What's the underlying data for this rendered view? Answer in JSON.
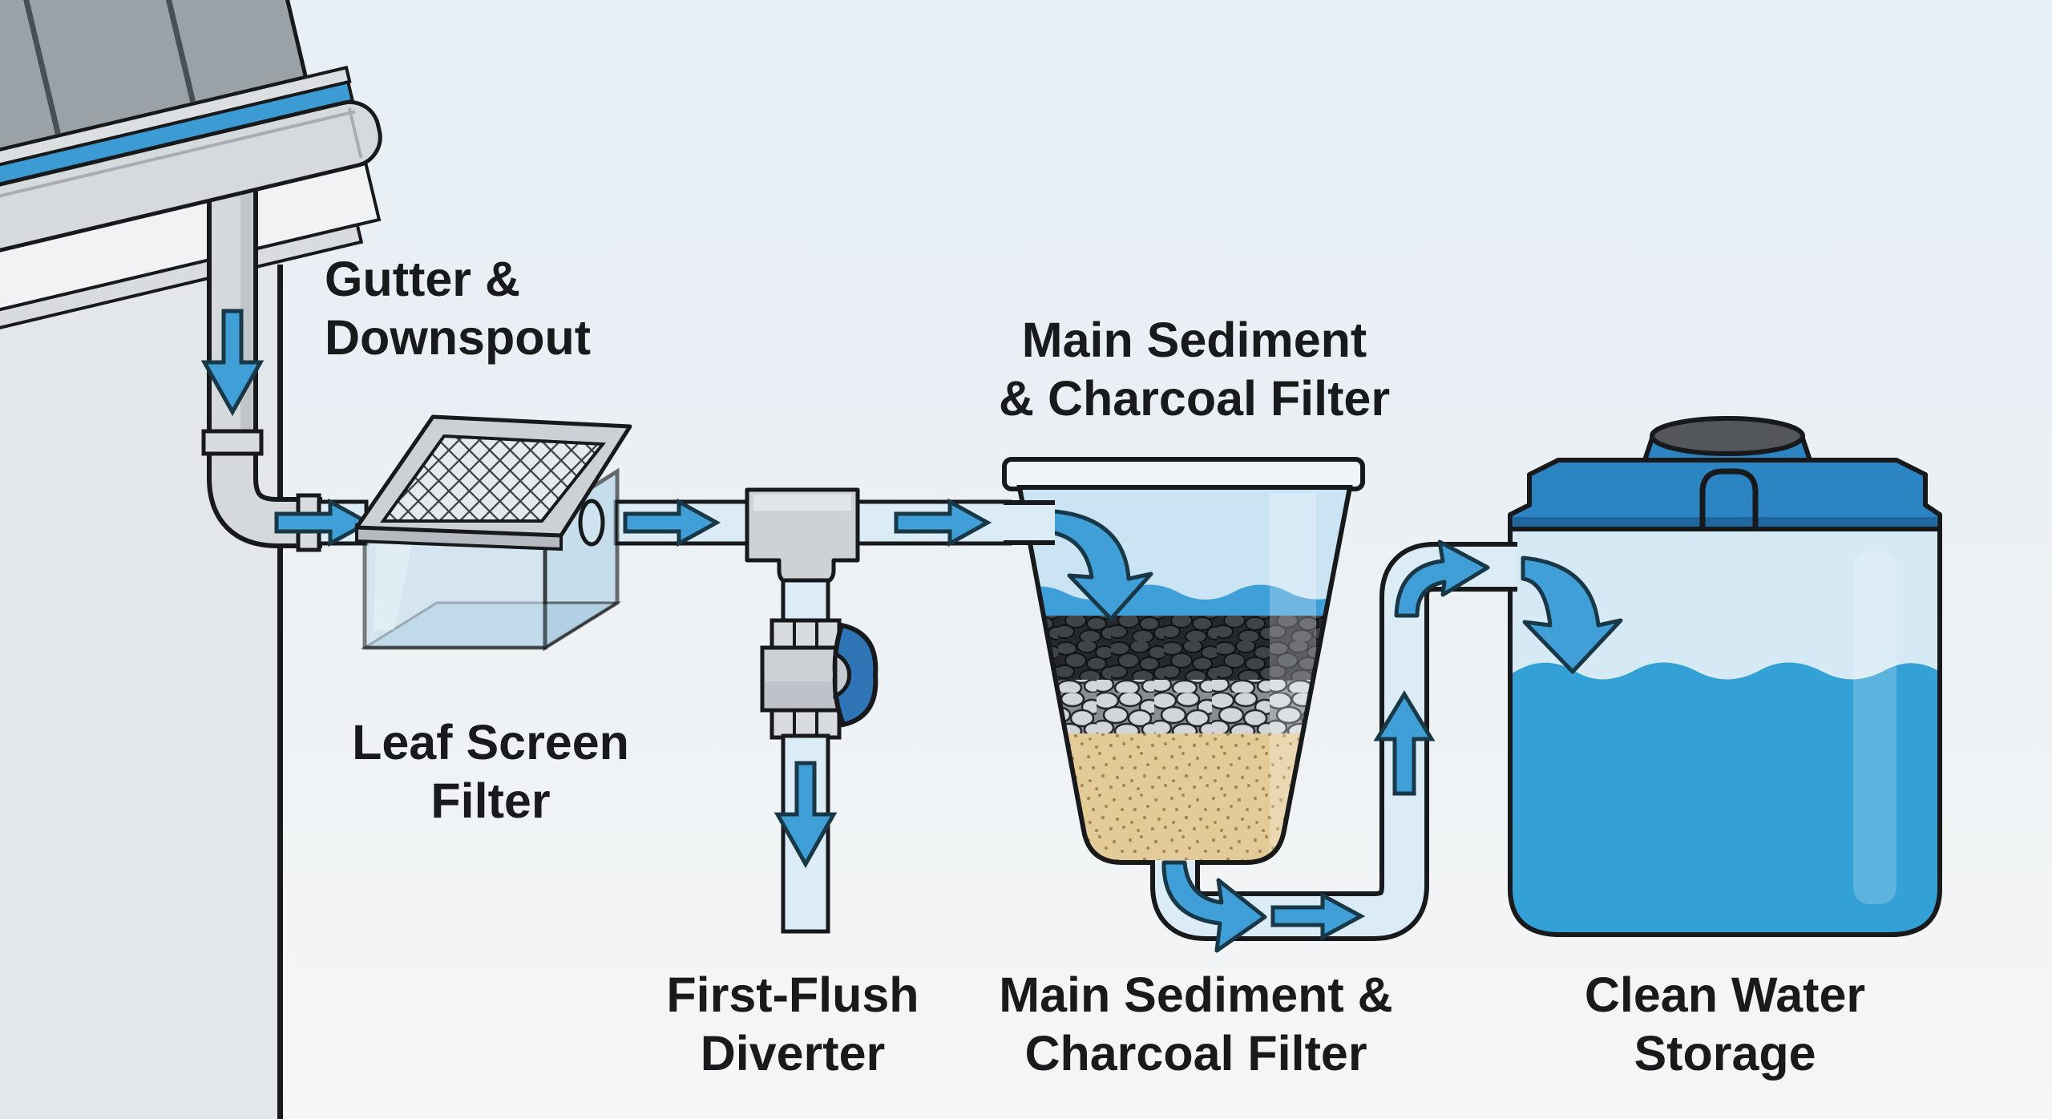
{
  "figure": {
    "type": "illustrated-diagram",
    "subject": "Rainwater harvesting and filtration system flow diagram"
  },
  "labels": {
    "gutter_downspout": {
      "line1": "Gutter &",
      "line2": "Downspout"
    },
    "main_filter_top": {
      "line1": "Main Sediment",
      "line2": "& Charcoal Filter"
    },
    "leaf_screen": {
      "line1": "Leaf Screen",
      "line2": "Filter"
    },
    "first_flush": {
      "line1": "First-Flush",
      "line2": "Diverter"
    },
    "main_filter_bottom": {
      "line1": "Main Sediment &",
      "line2": "Charcoal Filter"
    },
    "clean_water": {
      "line1": "Clean Water",
      "line2": "Storage"
    }
  },
  "components_in_flow_order": [
    "gutter-and-downspout",
    "leaf-screen-filter",
    "first-flush-diverter",
    "main-sediment-charcoal-filter",
    "clean-water-storage-tank"
  ],
  "flow_arrows": [
    {
      "id": "downspout-flow-arrow",
      "direction": "down"
    },
    {
      "id": "leaf-filter-inlet-arrow",
      "direction": "right"
    },
    {
      "id": "leaf-filter-outlet-arrow",
      "direction": "right"
    },
    {
      "id": "tee-outlet-arrow",
      "direction": "right"
    },
    {
      "id": "diverter-down-arrow",
      "direction": "down"
    },
    {
      "id": "bucket-inlet-curved-arrow",
      "direction": "right-to-down"
    },
    {
      "id": "bucket-outlet-curved-arrow",
      "direction": "down-to-right"
    },
    {
      "id": "duct-flow-arrow",
      "direction": "right"
    },
    {
      "id": "riser-up-arrow",
      "direction": "up"
    },
    {
      "id": "riser-top-curved-arrow",
      "direction": "up-to-right"
    },
    {
      "id": "tank-inlet-curved-arrow",
      "direction": "right-to-down"
    }
  ],
  "colors": {
    "outline": "#17191b",
    "label_text": "#191a1c",
    "arrow_blue": "#3f9fd6",
    "gutter_water_blue": "#3d9bd4",
    "pipe_water_light": "#dcecf7",
    "pipe_gray": "#d5d9dc",
    "roof_gray": "#9ba2a7",
    "glass_blue": "#c2ddee",
    "valve_handle_blue": "#2f74b4",
    "bucket_water_pale": "#cbe4f3",
    "charcoal_layer": "#26292c",
    "gravel_layer": "#d2d6da",
    "sand_layer": "#e2cb97",
    "tank_collar_blue": "#2d84c3",
    "tank_water_blue": "#33a0d6",
    "tank_headspace": "#d6eaf6",
    "tank_cap_gray": "#53575b",
    "wall_gray": "#e4e7ea"
  }
}
